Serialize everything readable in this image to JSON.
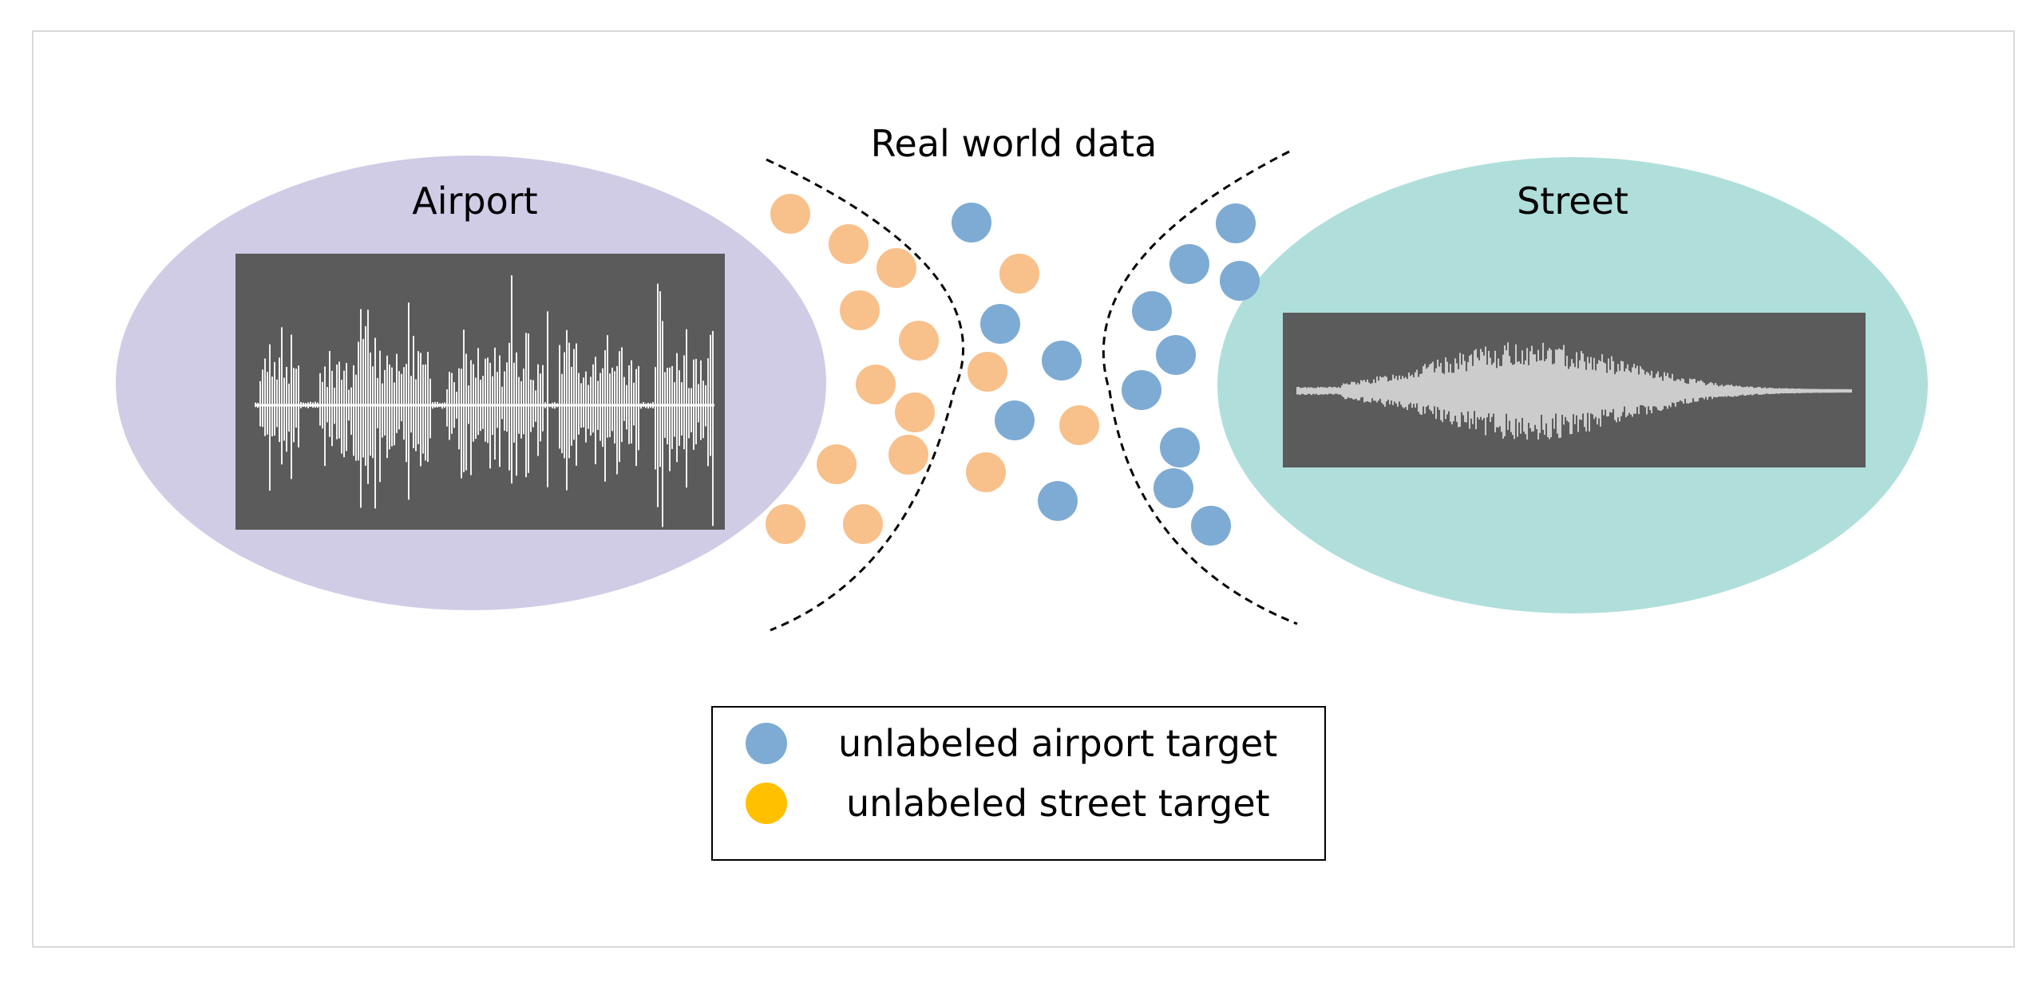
{
  "title": "Real world data",
  "domains": {
    "airport": {
      "label": "Airport",
      "color": "#d0cce6"
    },
    "street": {
      "label": "Street",
      "color": "#b0dfdb"
    }
  },
  "waveform_bg": "#5b5b5b",
  "dot_colors": {
    "airport": "#7eabd3",
    "street": "#f8c08a"
  },
  "legend": {
    "items": [
      {
        "label": "unlabeled airport target",
        "color": "#7eabd3"
      },
      {
        "label": "unlabeled street target",
        "color": "#ffc000"
      }
    ]
  }
}
